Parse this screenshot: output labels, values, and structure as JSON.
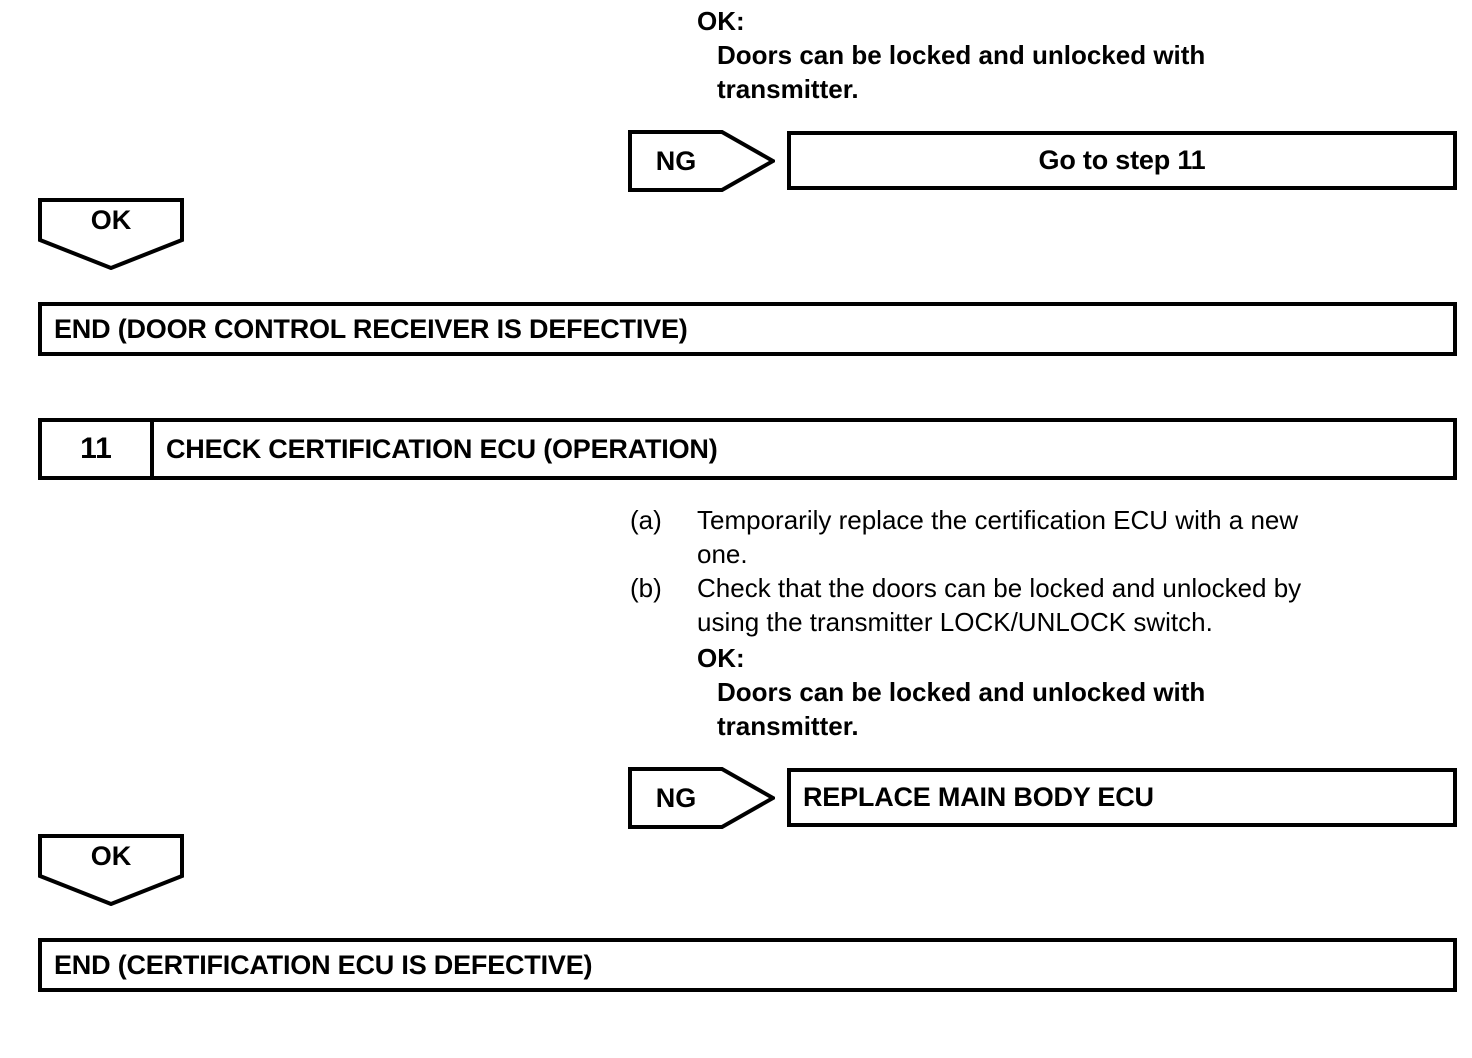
{
  "step10_result": {
    "ok_heading": "OK:",
    "ok_detail_line1": "Doors can be locked and unlocked with",
    "ok_detail_line2": "transmitter.",
    "ng_label": "NG",
    "ng_action": "Go to step 11",
    "ok_branch_label": "OK",
    "end_label": "END (DOOR CONTROL RECEIVER IS DEFECTIVE)"
  },
  "step11": {
    "number": "11",
    "title": "CHECK CERTIFICATION ECU (OPERATION)",
    "procedures": [
      {
        "marker": "(a)",
        "line1": "Temporarily replace the certification ECU with a new",
        "line2": "one."
      },
      {
        "marker": "(b)",
        "line1": "Check that the doors can be locked and unlocked by",
        "line2": "using the transmitter LOCK/UNLOCK switch."
      }
    ],
    "ok_heading": "OK:",
    "ok_detail_line1": "Doors can be locked and unlocked with",
    "ok_detail_line2": "transmitter.",
    "ng_label": "NG",
    "ng_action": "REPLACE MAIN BODY ECU",
    "ok_branch_label": "OK",
    "end_label": "END (CERTIFICATION ECU IS DEFECTIVE)"
  },
  "colors": {
    "stroke": "#000000",
    "background": "#ffffff"
  }
}
